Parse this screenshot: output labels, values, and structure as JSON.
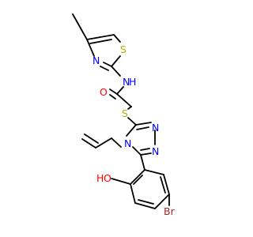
{
  "colors": {
    "bond": "#000000",
    "carbon": "#000000",
    "nitrogen": "#0000FF",
    "oxygen": "#FF0000",
    "sulfur": "#B2B200",
    "bromine": "#A52A2A"
  },
  "atoms": {
    "thiazole_s": "S",
    "thiazole_n": "N",
    "amide_n": "N",
    "amide_h": "H",
    "amide_o": "O",
    "thioether_s": "S",
    "triazole_n_a": "N",
    "triazole_n_b": "N",
    "triazole_n_c": "N",
    "phenol_o": "O",
    "phenol_h": "H",
    "bromine": "Br"
  }
}
